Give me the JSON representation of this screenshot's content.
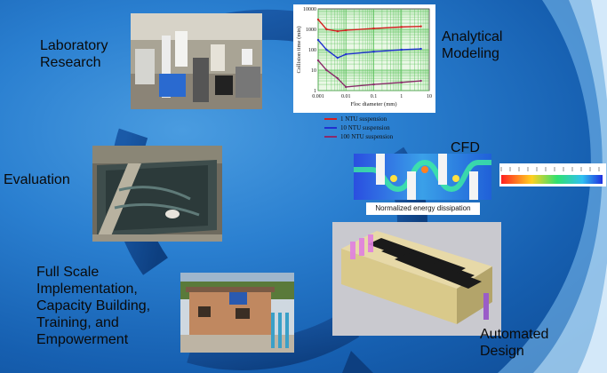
{
  "stages": {
    "lab_line1": "Laboratory",
    "lab_line2": "Research",
    "analytical_line1": "Analytical",
    "analytical_line2": "Modeling",
    "cfd": "CFD",
    "evaluation": "Evaluation",
    "full_scale_line1": "Full Scale",
    "full_scale_line2": "Implementation,",
    "full_scale_line3": "Capacity Building,",
    "full_scale_line4": "Training, and",
    "full_scale_line5": "Empowerment",
    "automated_line1": "Automated",
    "automated_line2": "Design"
  },
  "cfd_caption": "Normalized energy dissipation",
  "chart_data": {
    "type": "line",
    "xlabel": "Floc diameter (mm)",
    "ylabel": "Collision time (min)",
    "x_scale": "log",
    "y_scale": "log",
    "xlim": [
      0.001,
      10
    ],
    "ylim": [
      1,
      10000
    ],
    "x_ticks": [
      "0.001",
      "0.01",
      "0.1",
      "1",
      "10"
    ],
    "y_ticks": [
      "1",
      "10",
      "100",
      "1000",
      "10000"
    ],
    "grid": true,
    "legend_position": "below",
    "series": [
      {
        "name": "1 NTU suspension",
        "color": "#d42020",
        "x": [
          0.001,
          0.002,
          0.005,
          0.01,
          0.1,
          1,
          5
        ],
        "y": [
          3000,
          1000,
          800,
          900,
          1100,
          1300,
          1400
        ]
      },
      {
        "name": "10 NTU suspension",
        "color": "#2030d0",
        "x": [
          0.001,
          0.002,
          0.005,
          0.01,
          0.1,
          1,
          5
        ],
        "y": [
          300,
          100,
          40,
          60,
          80,
          100,
          110
        ]
      },
      {
        "name": "100 NTU suspension",
        "color": "#8a2a6a",
        "x": [
          0.001,
          0.002,
          0.005,
          0.01,
          0.1,
          1,
          5
        ],
        "y": [
          30,
          10,
          4,
          1.5,
          2,
          2.5,
          3
        ]
      }
    ]
  }
}
